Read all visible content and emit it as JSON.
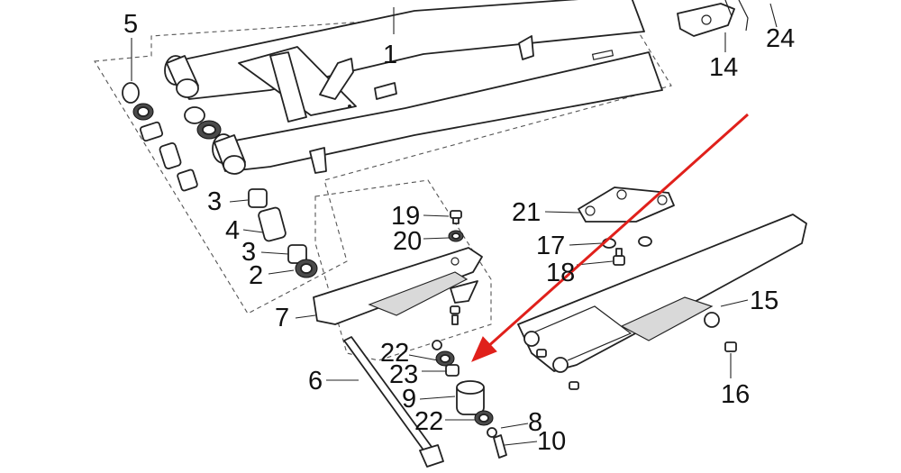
{
  "callouts": {
    "c1": "1",
    "c2": "2",
    "c3a": "3",
    "c3b": "3",
    "c4": "4",
    "c5": "5",
    "c6": "6",
    "c7": "7",
    "c8": "8",
    "c9": "9",
    "c10": "10",
    "c14": "14",
    "c15": "15",
    "c16": "16",
    "c17": "17",
    "c18": "18",
    "c19": "19",
    "c20": "20",
    "c21": "21",
    "c22a": "22",
    "c22b": "22",
    "c23": "23",
    "c24": "24"
  },
  "arrow_color": "#e0201b",
  "line_color": "#222222",
  "background_color": "#ffffff"
}
